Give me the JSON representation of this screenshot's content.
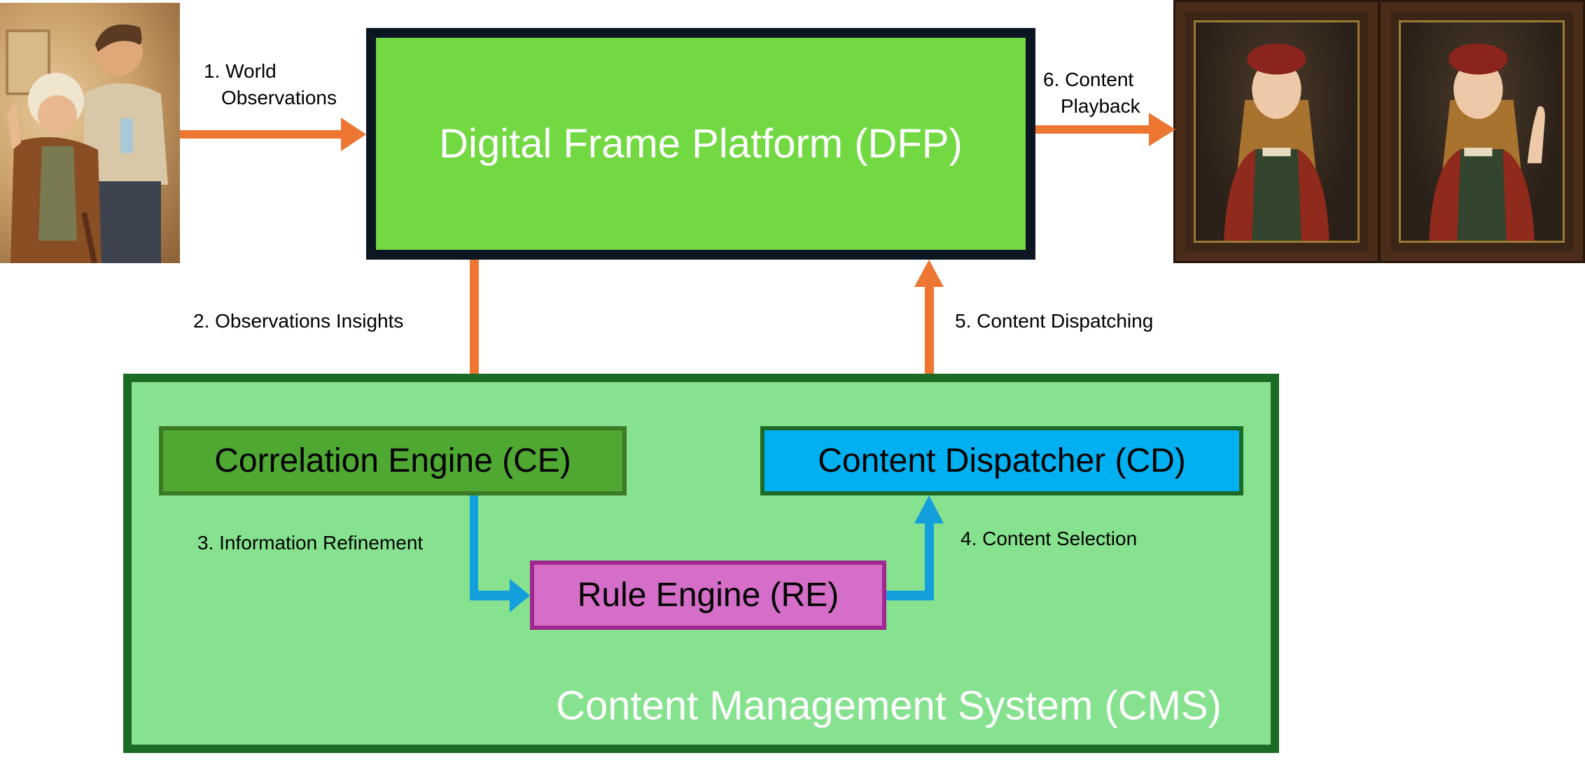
{
  "diagram": {
    "nodes": {
      "dfp": {
        "label": "Digital Frame Platform (DFP)",
        "fill": "#72d942",
        "border": "#0b1622",
        "text_color": "#ffffff"
      },
      "cms": {
        "label": "Content Management System (CMS)",
        "fill": "#86e28f",
        "border": "#1b6b25",
        "text_color": "#ffffff"
      },
      "ce": {
        "label": "Correlation Engine (CE)",
        "fill": "#4ea832",
        "border": "#3a7a22"
      },
      "cd": {
        "label": "Content Dispatcher (CD)",
        "fill": "#00b0f0",
        "border": "#1b6b25"
      },
      "re": {
        "label": "Rule Engine (RE)",
        "fill": "#d56ec8",
        "border": "#a0278f"
      }
    },
    "edges": [
      {
        "id": "e1",
        "line1": "1. World",
        "line2": "Observations",
        "from": "visitors-image",
        "to": "dfp",
        "color": "#ed7633"
      },
      {
        "id": "e2",
        "label": "2. Observations Insights",
        "from": "dfp",
        "to": "cms",
        "color": "#ed7633"
      },
      {
        "id": "e3",
        "label": "3. Information Refinement",
        "from": "ce",
        "to": "re",
        "color": "#129fdc"
      },
      {
        "id": "e4",
        "label": "4. Content Selection",
        "from": "re",
        "to": "cd",
        "color": "#129fdc"
      },
      {
        "id": "e5",
        "label": "5. Content Dispatching",
        "from": "cms",
        "to": "dfp",
        "color": "#ed7633"
      },
      {
        "id": "e6",
        "line1": "6. Content",
        "line2": "Playback",
        "from": "dfp",
        "to": "portrait-frames",
        "color": "#ed7633"
      }
    ],
    "images": {
      "left": "illustration of elderly woman and young man in gallery",
      "right": [
        "portrait of renaissance woman (still)",
        "portrait of renaissance woman (waving)"
      ]
    }
  }
}
